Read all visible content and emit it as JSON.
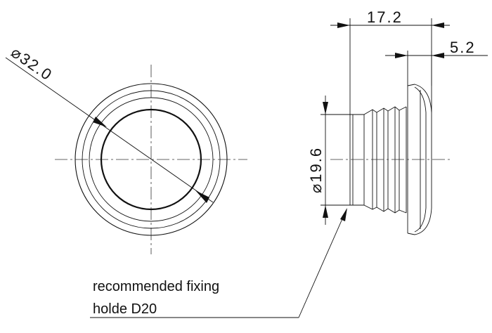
{
  "dimensions": {
    "outer_diameter": "32.0",
    "total_length": "17.2",
    "head_thickness": "5.2",
    "shank_diameter": "19.6",
    "diameter_symbol": "⌀"
  },
  "note": {
    "line1": "recommended fixing",
    "line2": "holde D20"
  },
  "colors": {
    "line": "#111111",
    "background": "#ffffff"
  }
}
